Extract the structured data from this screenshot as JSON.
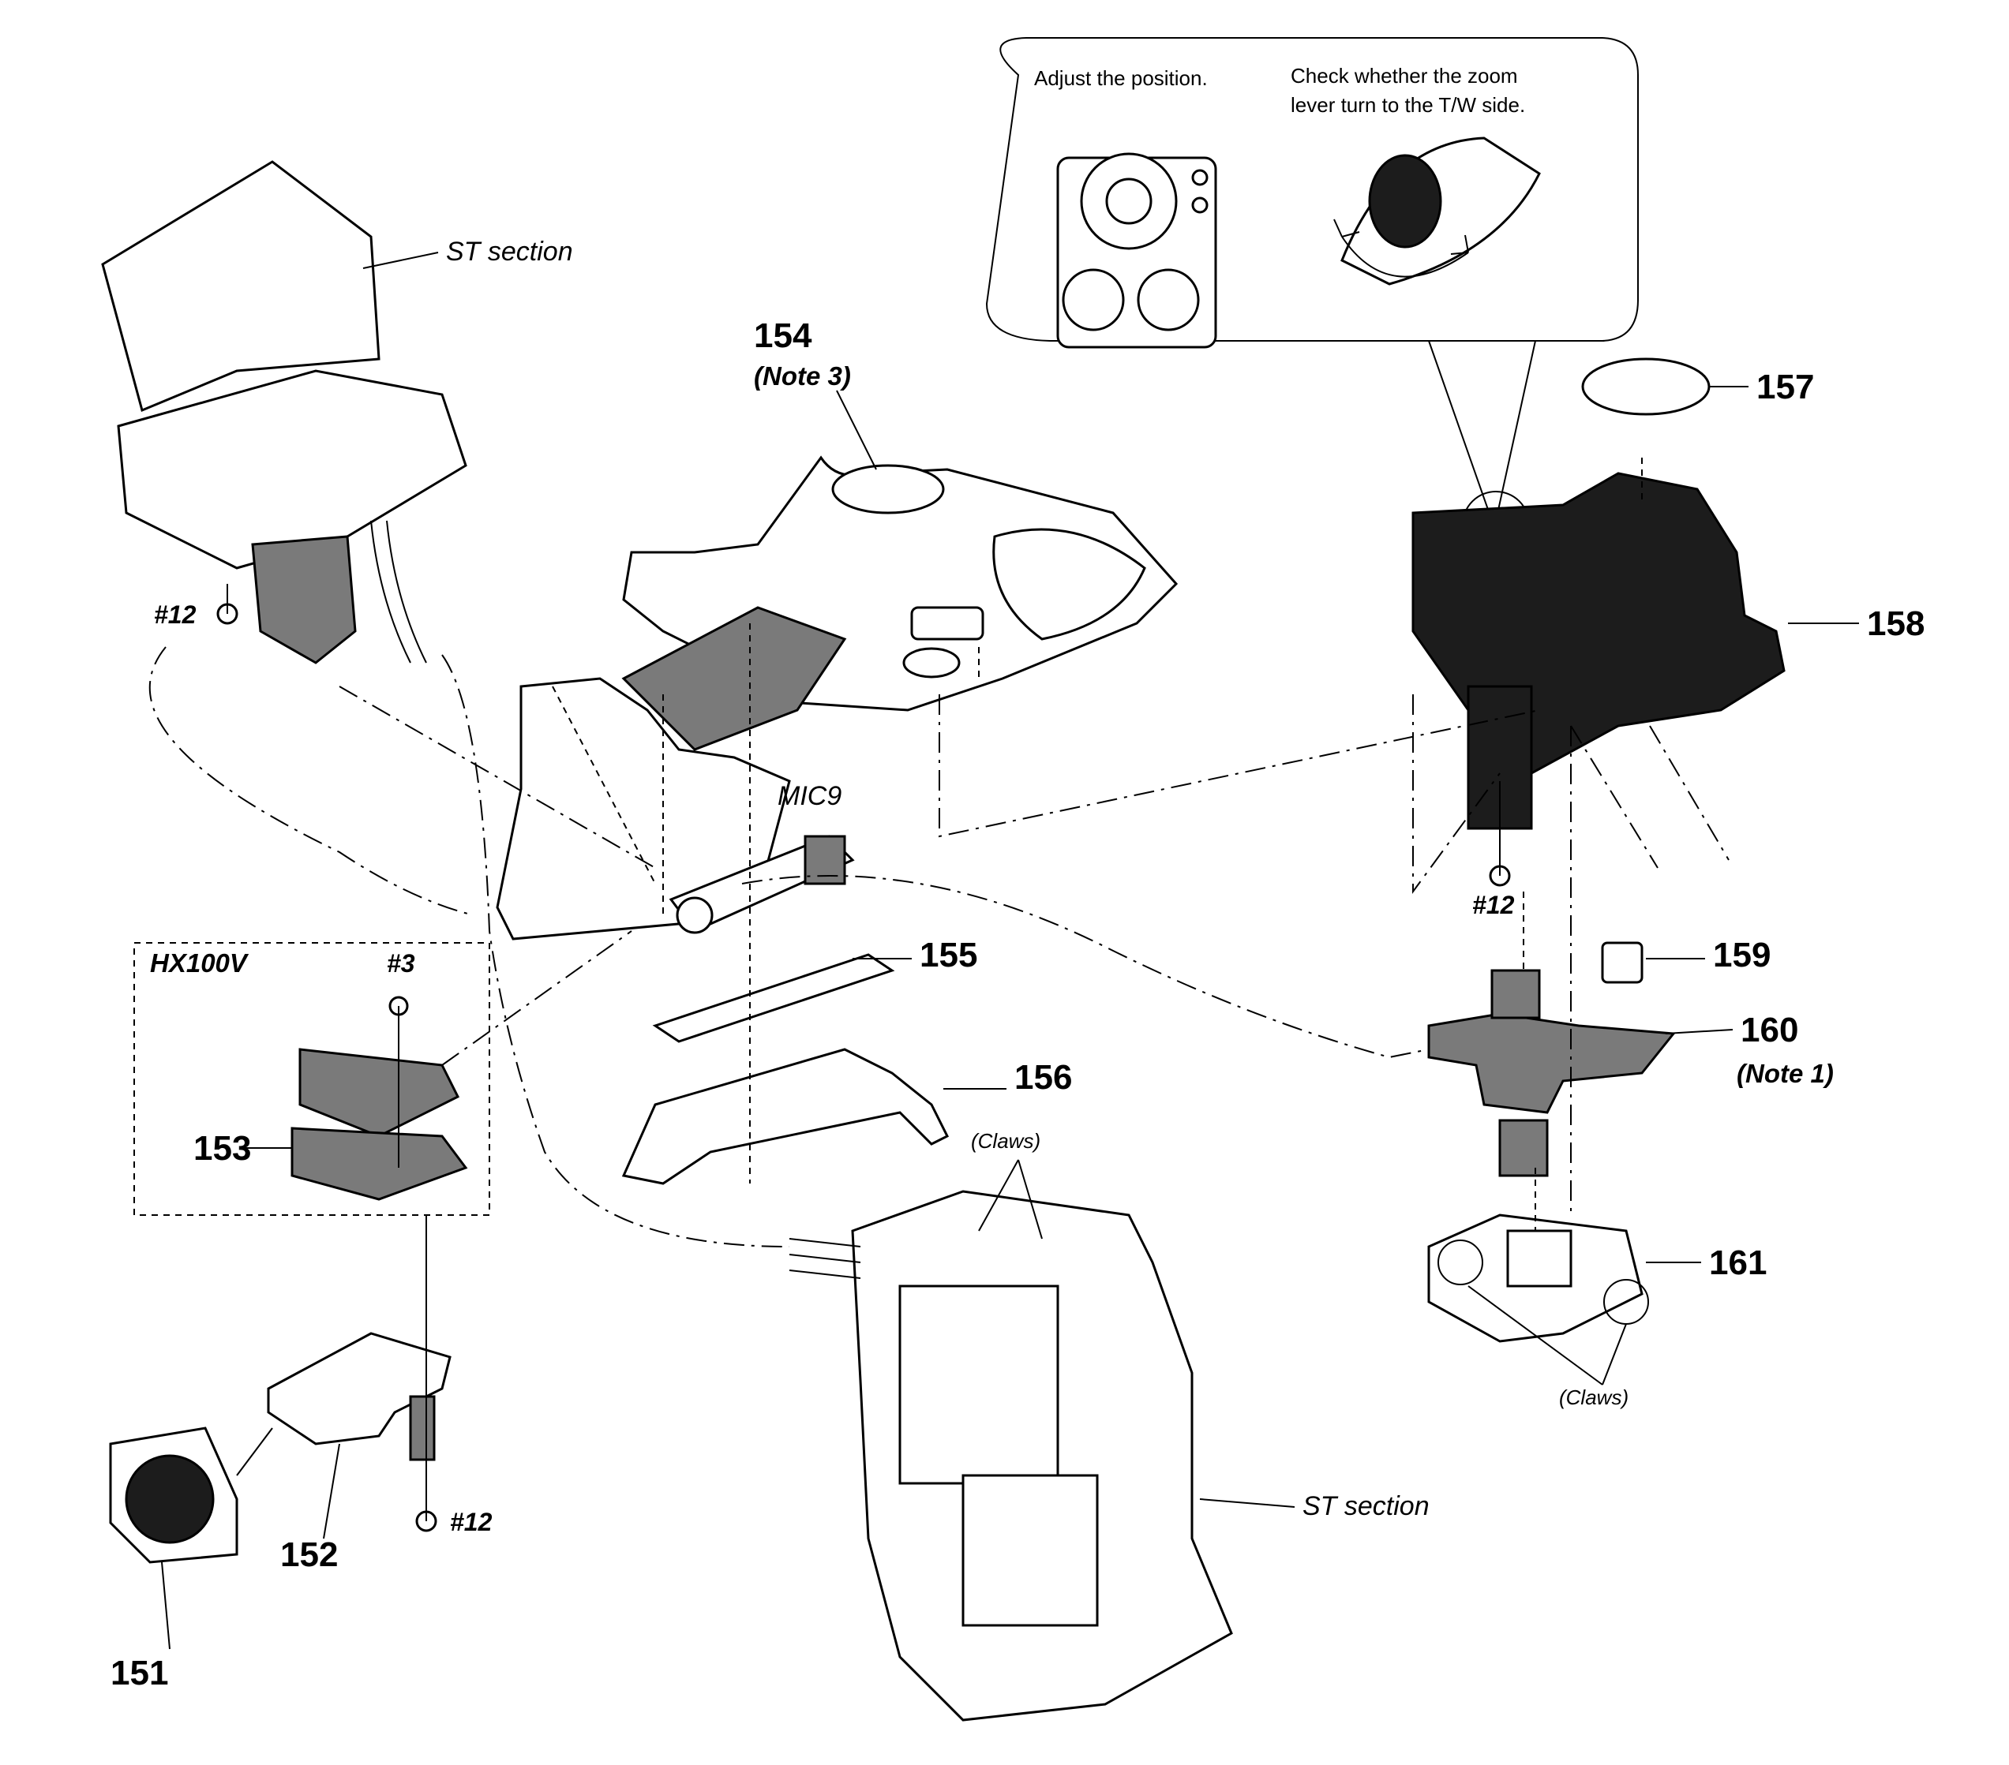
{
  "section_labels": {
    "st_top": "ST section",
    "st_bottom": "ST section"
  },
  "inset": {
    "left_caption": "Adjust the position.",
    "right_caption_line1": "Check whether the zoom",
    "right_caption_line2": "lever turn to the T/W side."
  },
  "variant_box": "HX100V",
  "parts": {
    "p151": "151",
    "p152": "152",
    "p153": "153",
    "p154": "154",
    "p155": "155",
    "p156": "156",
    "p157": "157",
    "p158": "158",
    "p159": "159",
    "p160": "160",
    "p161": "161"
  },
  "notes": {
    "n154": "(Note 3)",
    "n160": "(Note 1)"
  },
  "screws": {
    "s12_top_left": "#12",
    "s12_right": "#12",
    "s12_bottom": "#12",
    "s3": "#3"
  },
  "mic_label": "MIC9",
  "claws": {
    "center": "(Claws)",
    "right": "(Claws)"
  }
}
